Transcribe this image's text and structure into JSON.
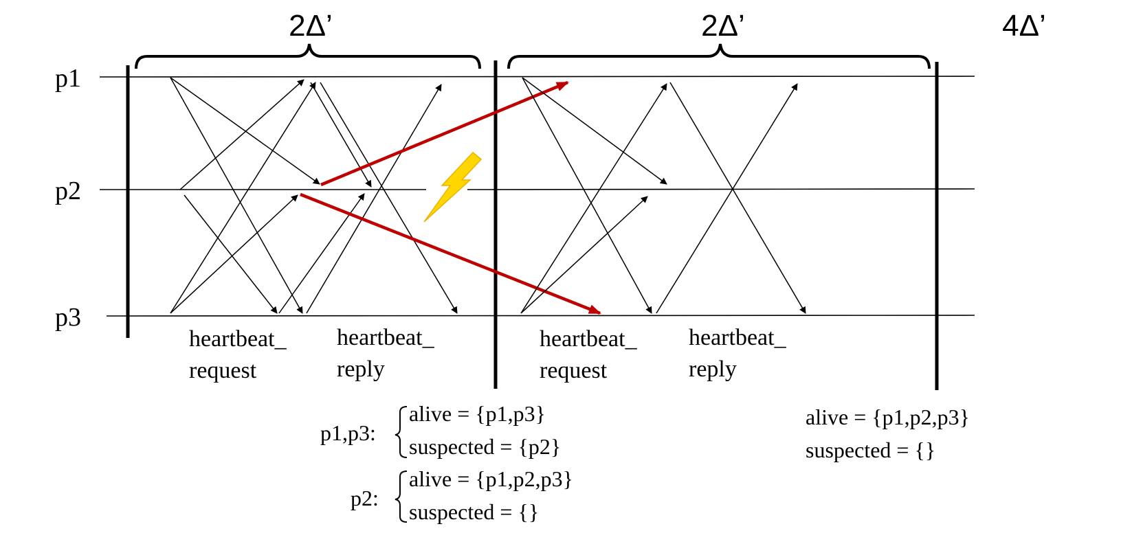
{
  "intervals": {
    "first": "2Δ’",
    "second": "2Δ’",
    "total": "4Δ’"
  },
  "processes": [
    "p1",
    "p2",
    "p3"
  ],
  "phases": {
    "round1_request": [
      "heartbeat_",
      "request"
    ],
    "round1_reply": [
      "heartbeat_",
      "reply"
    ],
    "round2_request": [
      "heartbeat_",
      "request"
    ],
    "round2_reply": [
      "heartbeat_",
      "reply"
    ]
  },
  "states_after_round1": {
    "p1p3_label": "p1,p3:",
    "p1p3_alive": "alive = {p1,p3}",
    "p1p3_suspected": "suspected = {p2}",
    "p2_label": "p2:",
    "p2_alive": "alive = {p1,p2,p3}",
    "p2_suspected": "suspected = {}"
  },
  "states_after_round2": {
    "alive": "alive = {p1,p2,p3}",
    "suspected": "suspected = {}"
  },
  "colors": {
    "delayed_message": "#c00000",
    "fault": "#ffd700"
  }
}
